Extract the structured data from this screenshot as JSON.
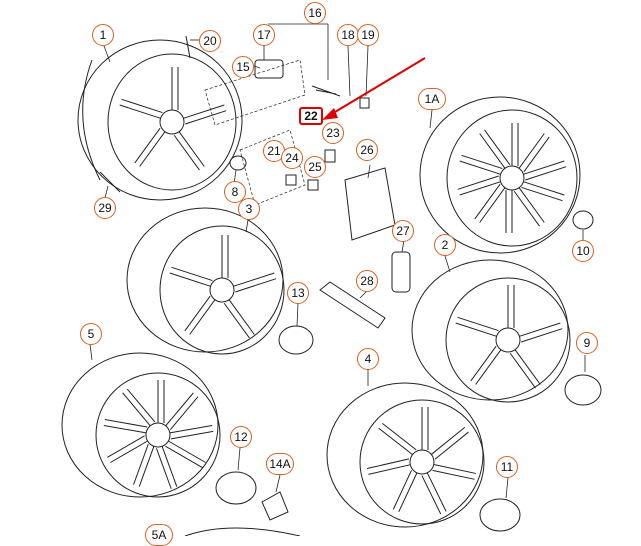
{
  "callouts": {
    "c1": "1",
    "c1A": "1A",
    "c2": "2",
    "c3": "3",
    "c4": "4",
    "c5": "5",
    "c5A": "5A",
    "c8": "8",
    "c9": "9",
    "c10": "10",
    "c11": "11",
    "c12": "12",
    "c13": "13",
    "c14A": "14A",
    "c15": "15",
    "c16": "16",
    "c17": "17",
    "c18": "18",
    "c19": "19",
    "c20": "20",
    "c21": "21",
    "c22": "22",
    "c23": "23",
    "c24": "24",
    "c25": "25",
    "c26": "26",
    "c27": "27",
    "c28": "28",
    "c29": "29"
  },
  "colors": {
    "callout_border": "#d9601f",
    "highlight": "#e00000",
    "line": "#222222"
  }
}
